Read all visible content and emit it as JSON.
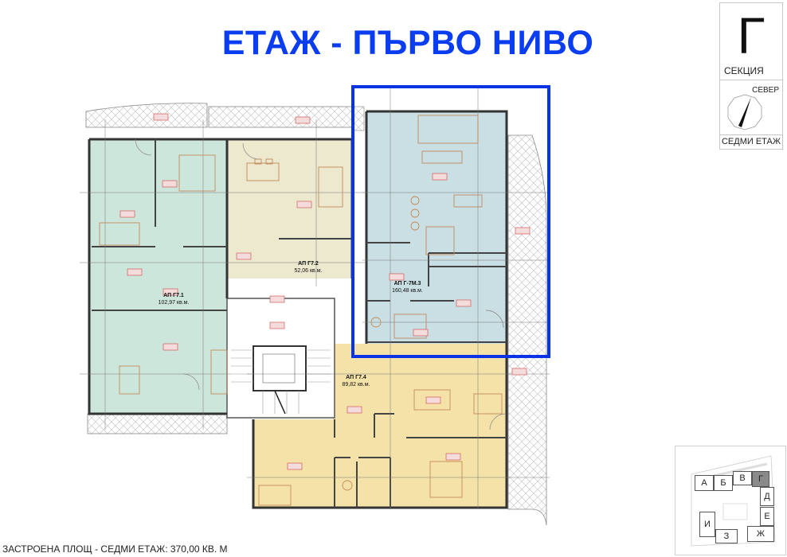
{
  "title": "ЕТАЖ - ПЪРВО НИВО",
  "legend": {
    "section_letter": "Г",
    "section_label": "СЕКЦИЯ",
    "north_label": "СЕВЕР",
    "floor_label": "СЕДМИ ЕТАЖ"
  },
  "keymap": {
    "buildings": [
      {
        "label": "А",
        "active": false
      },
      {
        "label": "Б",
        "active": false
      },
      {
        "label": "В",
        "active": false
      },
      {
        "label": "Г",
        "active": true
      },
      {
        "label": "Д",
        "active": false
      },
      {
        "label": "Е",
        "active": false
      },
      {
        "label": "Ж",
        "active": false
      },
      {
        "label": "З",
        "active": false
      },
      {
        "label": "И",
        "active": false
      }
    ]
  },
  "apartments": [
    {
      "name": "АП Г7.1",
      "area": "102,97 кв.м.",
      "color": "#cde6dc"
    },
    {
      "name": "АП Г7.2",
      "area": "52,06 кв.м.",
      "color": "#ece9cf"
    },
    {
      "name": "АП Г-7М.3",
      "area": "160,48 кв.м.",
      "color": "#c9dfe3"
    },
    {
      "name": "АП Г7.4",
      "area": "89,82 кв.м.",
      "color": "#f4e2a8"
    }
  ],
  "highlight_color": "#0a33e6",
  "footer": "ЗАСТРОЕНА ПЛОЩ - СЕДМИ  ЕТАЖ:  370,00 КВ. М"
}
